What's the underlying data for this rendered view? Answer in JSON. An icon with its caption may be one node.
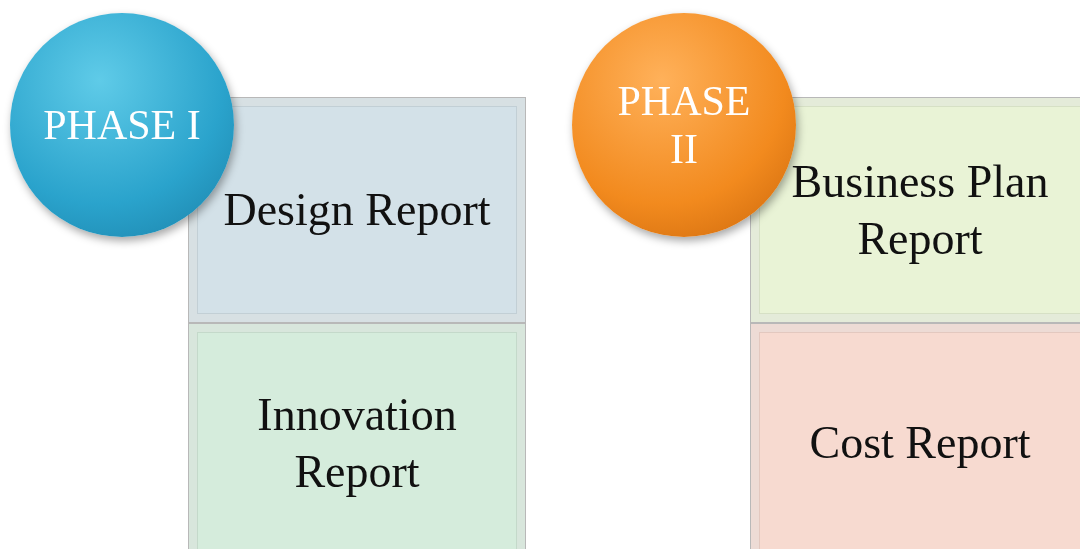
{
  "diagram": {
    "nodes": [
      {
        "text": [
          "PHASE I"
        ]
      },
      {
        "text": [
          "Design Report"
        ]
      },
      {
        "text": [
          "Innovation Report"
        ]
      },
      {
        "text": [
          "PHASE II"
        ]
      },
      {
        "text": [
          "Business Plan Report"
        ]
      },
      {
        "text": [
          "Cost Report"
        ]
      }
    ],
    "edges": []
  }
}
